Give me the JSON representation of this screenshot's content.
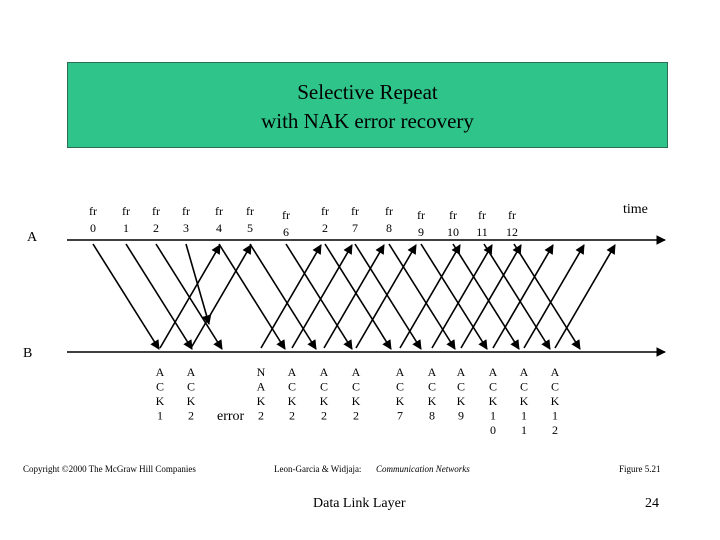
{
  "title": {
    "line1": "Selective Repeat",
    "line2": "with NAK error recovery"
  },
  "labels": {
    "a": "A",
    "b": "B",
    "time": "time",
    "error": "error"
  },
  "frames": [
    {
      "top": "fr",
      "bottom": "0"
    },
    {
      "top": "fr",
      "bottom": "1"
    },
    {
      "top": "fr",
      "bottom": "2"
    },
    {
      "top": "fr",
      "bottom": "3"
    },
    {
      "top": "fr",
      "bottom": "4"
    },
    {
      "top": "fr",
      "bottom": "5"
    },
    {
      "top": "fr",
      "bottom": "6"
    },
    {
      "top": "fr",
      "bottom": "2"
    },
    {
      "top": "fr",
      "bottom": "7"
    },
    {
      "top": "fr",
      "bottom": "8"
    },
    {
      "top": "fr",
      "bottom": "9"
    },
    {
      "top": "fr",
      "bottom": "10"
    },
    {
      "top": "fr",
      "bottom": "11"
    },
    {
      "top": "fr",
      "bottom": "12"
    }
  ],
  "acks": [
    [
      "A",
      "C",
      "K",
      "1"
    ],
    [
      "A",
      "C",
      "K",
      "2"
    ],
    [
      "N",
      "A",
      "K",
      "2"
    ],
    [
      "A",
      "C",
      "K",
      "2"
    ],
    [
      "A",
      "C",
      "K",
      "2"
    ],
    [
      "A",
      "C",
      "K",
      "2"
    ],
    [
      "A",
      "C",
      "K",
      "7"
    ],
    [
      "A",
      "C",
      "K",
      "8"
    ],
    [
      "A",
      "C",
      "K",
      "9"
    ],
    [
      "A",
      "C",
      "K",
      "1",
      "0"
    ],
    [
      "A",
      "C",
      "K",
      "1",
      "1"
    ],
    [
      "A",
      "C",
      "K",
      "1",
      "2"
    ]
  ],
  "footer": {
    "copyright": "Copyright ©2000 The McGraw Hill Companies",
    "authors": "Leon-Garcia & Widjaja:",
    "book": "Communication Networks",
    "figure": "Figure 5.21",
    "section": "Data Link Layer",
    "page": "24"
  }
}
